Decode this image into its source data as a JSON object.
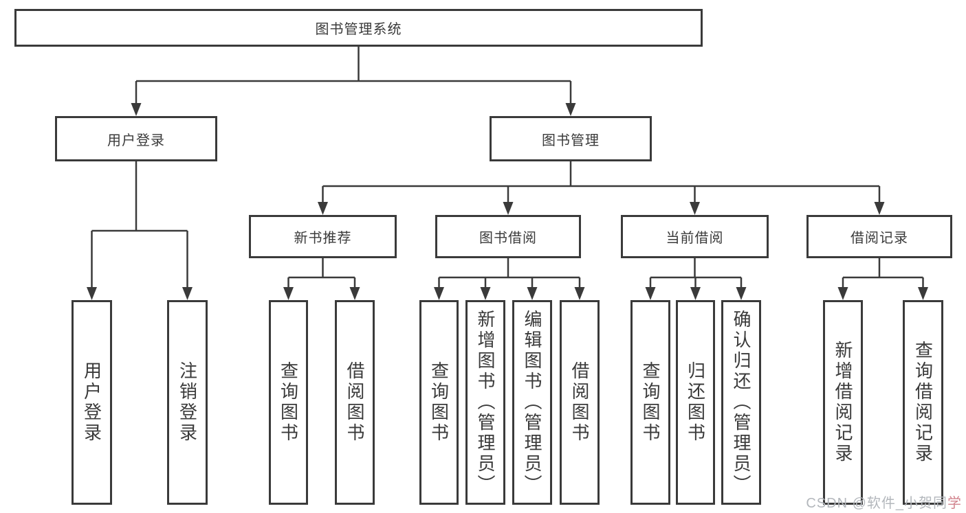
{
  "root": {
    "label": "图书管理系统"
  },
  "level2": [
    {
      "label": "用户登录"
    },
    {
      "label": "图书管理"
    }
  ],
  "level3": [
    {
      "label": "新书推荐"
    },
    {
      "label": "图书借阅"
    },
    {
      "label": "当前借阅"
    },
    {
      "label": "借阅记录"
    }
  ],
  "leaves": [
    {
      "label": "用户登录"
    },
    {
      "label": "注销登录"
    },
    {
      "label": "查询图书"
    },
    {
      "label": "借阅图书"
    },
    {
      "label": "查询图书"
    },
    {
      "label": "新增图书（管理员）"
    },
    {
      "label": "编辑图书（管理员）"
    },
    {
      "label": "借阅图书"
    },
    {
      "label": "查询图书"
    },
    {
      "label": "归还图书"
    },
    {
      "label": "确认归还（管理员）"
    },
    {
      "label": "新增借阅记录"
    },
    {
      "label": "查询借阅记录"
    }
  ],
  "watermark": {
    "prefix": "CSDN @软件_小贺同",
    "last": "学"
  },
  "colors": {
    "line": "#3a3a3a",
    "box_border": "#3a3a3a",
    "text": "#3a3a3a",
    "background": "#ffffff",
    "watermark": "#b3b7bc",
    "watermark_accent": "#d2848e"
  }
}
